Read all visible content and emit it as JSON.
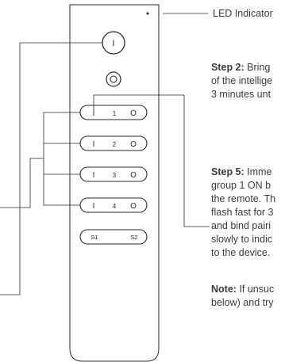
{
  "led_label": "LED Indicator",
  "step2": {
    "heading": "Step 2:",
    "lines": [
      "Bring",
      "of the intellige",
      "3 minutes unt"
    ]
  },
  "step5": {
    "heading": "Step 5:",
    "lines": [
      "Imme",
      "group 1 ON b",
      "the remote. Th",
      "flash fast for 3",
      "and bind pairi",
      "slowly to indic",
      "to the device."
    ]
  },
  "note": {
    "heading": "Note:",
    "lines": [
      "If unsuc",
      "below) and try"
    ]
  },
  "remote": {
    "power_symbol": "I",
    "groups": [
      {
        "on": "I",
        "num": "1",
        "off": "O"
      },
      {
        "on": "I",
        "num": "2",
        "off": "O"
      },
      {
        "on": "I",
        "num": "3",
        "off": "O"
      },
      {
        "on": "I",
        "num": "4",
        "off": "O"
      }
    ],
    "scene1": "S1",
    "scene2": "S2"
  },
  "colors": {
    "line": "#2a2a2a",
    "text": "#3a3a3a"
  }
}
